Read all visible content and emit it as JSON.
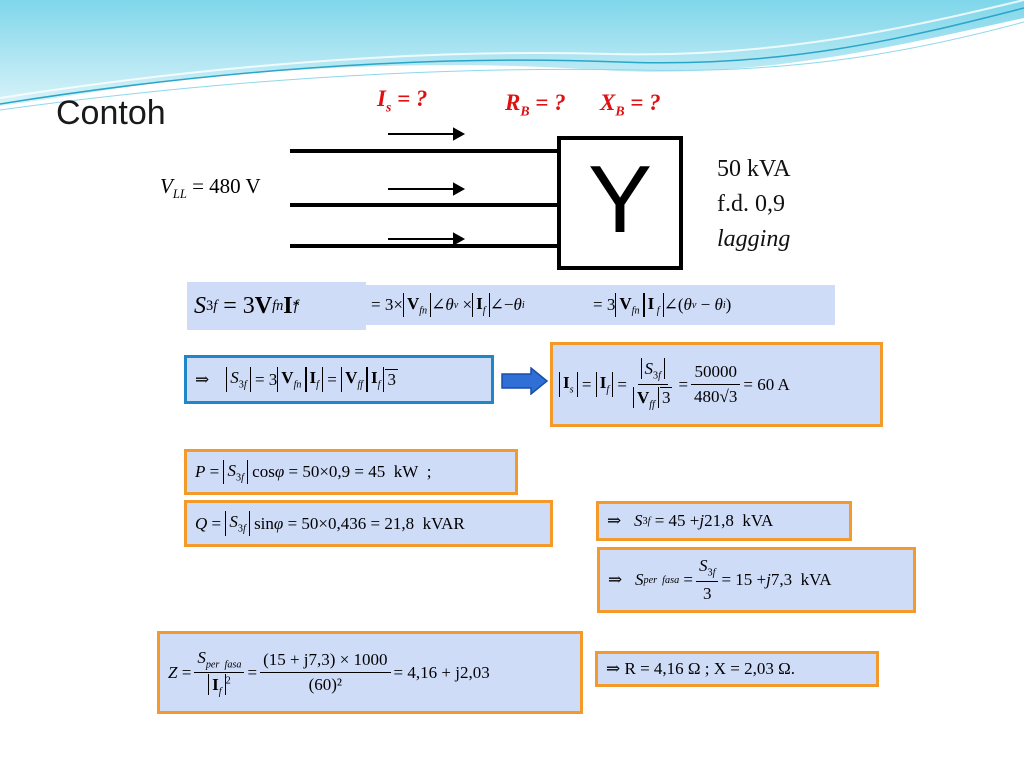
{
  "title": "Contoh",
  "labels": {
    "is_label": "I",
    "is_sub": "s",
    "is_tail": " = ?",
    "rb_label": "R",
    "rb_sub": "B",
    "rb_tail": " = ?",
    "xb_label": "X",
    "xb_sub": "B",
    "xb_tail": " = ?",
    "vll_label": "V",
    "vll_sub": "LL",
    "vll_value": " = 480 V",
    "load_symbol": "Y"
  },
  "given": {
    "power": "50 kVA",
    "pf": "f.d. 0,9",
    "lagging": "lagging"
  },
  "colors": {
    "box_fill": "#cfdcf8",
    "box_orange": "#f39a2b",
    "box_blue": "#1f86c8",
    "highlight_red": "#e01010",
    "arrow_blue": "#2f6fd6"
  },
  "equations": {
    "s3f_def": "S₃f = 3V_fn I*_f",
    "s3f_def_expand": "= 3 × |V_fn|∠θv × |I_f|∠−θi",
    "s3f_def_polar": "= 3|V_fn||I_f|∠(θv − θi)",
    "s3f_magnitude": "⇒ |S₃f| = 3|V_fn||I_f| = |V_ff||I_f|√3",
    "current": "|I_s| = |I_f| = |S₃f| / (|V_ff|√3) = 50000 / (480√3) = 60 A",
    "current_fraction_num": "50000",
    "current_fraction_den": "480√3",
    "current_result": "= 60  A",
    "real_power": "P = |S₃f| cos φ = 50 × 0,9 = 45  kW  ;",
    "reactive_power": "Q = |S₃f| sin φ = 50 × 0,436 = 21,8  kVAR",
    "complex_power": "⇒  S₃f = 45 + j21,8  kVA",
    "per_phase_power": "⇒  S_per fasa = S₃f / 3 = 15 + j7,3  kVA",
    "impedance": "Z = S_per fasa / |I_f|² = (15 + j7,3) × 1000 / (60)² = 4,16 + j2,03",
    "impedance_num": "(15 + j7,3) × 1000",
    "impedance_den": "(60)²",
    "impedance_result": "= 4,16 + j2,03",
    "result_rx": "⇒  R = 4,16 Ω  ;   X = 2,03 Ω."
  }
}
